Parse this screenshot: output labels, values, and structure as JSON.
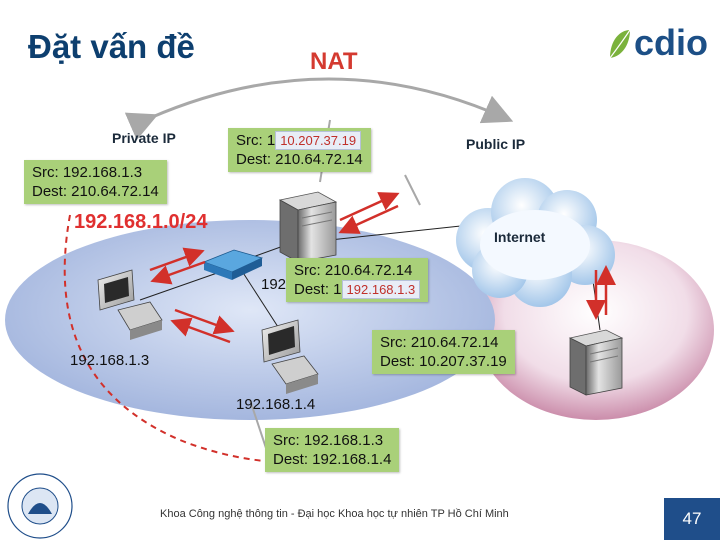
{
  "slide": {
    "title": "Đặt vấn đề",
    "heading": "NAT",
    "page_number": "47",
    "footer": "Khoa Công nghệ thông tin - Đại học Khoa học tự nhiên TP Hồ Chí Minh",
    "logo_text": "cdio"
  },
  "labels": {
    "private_ip": "Private IP",
    "public_ip": "Public IP",
    "internet": "Internet",
    "network": "192.168.1.0/24",
    "host_left": "192.168.1.3",
    "host_mid": "192.168.1.4",
    "router_partial": "192"
  },
  "packets": {
    "p1": {
      "src": "Src: 192.168.1.3",
      "dest": "Dest: 210.64.72.14"
    },
    "p2": {
      "src_prefix": "Src: 1",
      "src_overlay": "10.207.37.19",
      "dest": "Dest: 210.64.72.14"
    },
    "p3": {
      "src": "Src: 210.64.72.14",
      "dest_prefix": "Dest: 1",
      "dest_overlay": "192.168.1.3"
    },
    "p4": {
      "src": "Src: 210.64.72.14",
      "dest": "Dest: 10.207.37.19"
    },
    "p5": {
      "src": "Src: 192.168.1.3",
      "dest": "Dest: 192.168.1.4"
    }
  },
  "colors": {
    "packet_box": "#a9d079",
    "arrow_red": "#d2302a",
    "arrow_gray": "#a8a8a8",
    "title": "#0d3f6f",
    "heading": "#d43a30",
    "network_label": "#e03030",
    "page_number_bg": "#1f4e8a"
  }
}
